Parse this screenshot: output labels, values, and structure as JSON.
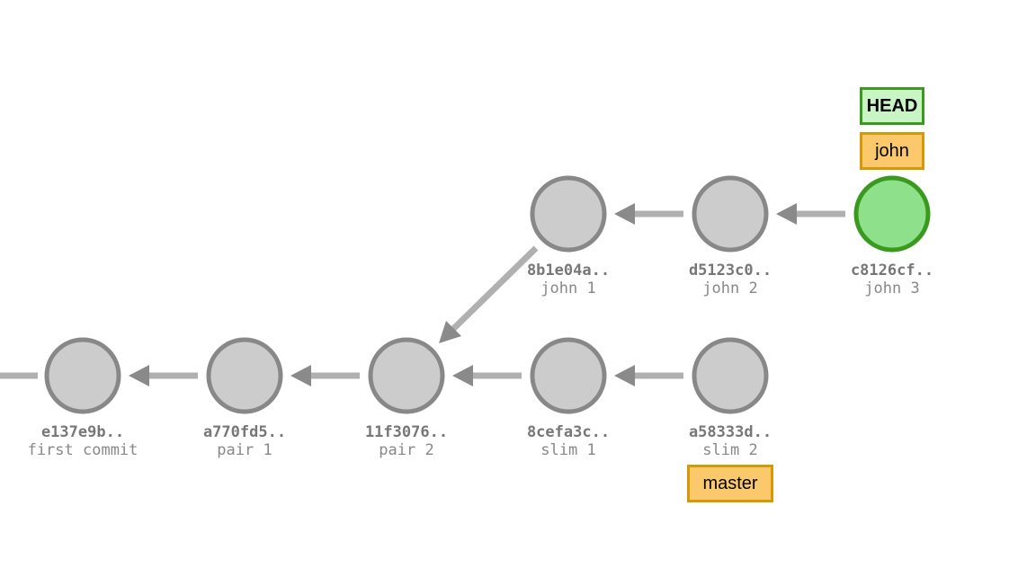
{
  "commits": [
    {
      "id": "e137e9b..",
      "message": "first commit",
      "head": false
    },
    {
      "id": "a770fd5..",
      "message": "pair 1",
      "head": false
    },
    {
      "id": "11f3076..",
      "message": "pair 2",
      "head": false
    },
    {
      "id": "8cefa3c..",
      "message": "slim 1",
      "head": false
    },
    {
      "id": "a58333d..",
      "message": "slim 2",
      "head": false
    },
    {
      "id": "8b1e04a..",
      "message": "john 1",
      "head": false
    },
    {
      "id": "d5123c0..",
      "message": "john 2",
      "head": false
    },
    {
      "id": "c8126cf..",
      "message": "john 3",
      "head": true
    }
  ],
  "refs": {
    "head": "HEAD",
    "john": "john",
    "master": "master"
  },
  "colors": {
    "commit_fill": "#cccccc",
    "commit_stroke": "#888888",
    "head_fill": "#8ee08a",
    "head_stroke": "#3a9a1e",
    "edge": "#b0b0b0",
    "arrow": "#8a8a8a",
    "branch_fill": "#fbc96b",
    "branch_border": "#d39a06",
    "head_label_fill": "#c9f4c3"
  }
}
